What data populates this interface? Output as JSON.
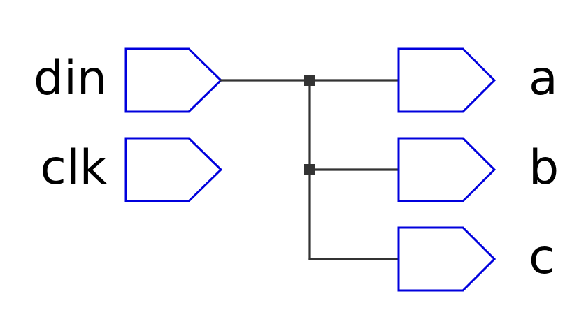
{
  "colors": {
    "port_stroke": "#0000dd",
    "wire": "#333333",
    "label": "#000000",
    "background": "#ffffff"
  },
  "inputs": [
    {
      "label": "din"
    },
    {
      "label": "clk"
    }
  ],
  "outputs": [
    {
      "label": "a"
    },
    {
      "label": "b"
    },
    {
      "label": "c"
    }
  ],
  "connections": [
    {
      "from": "din",
      "to": "a"
    },
    {
      "from": "din",
      "to": "b"
    },
    {
      "from": "din",
      "to": "c"
    }
  ]
}
